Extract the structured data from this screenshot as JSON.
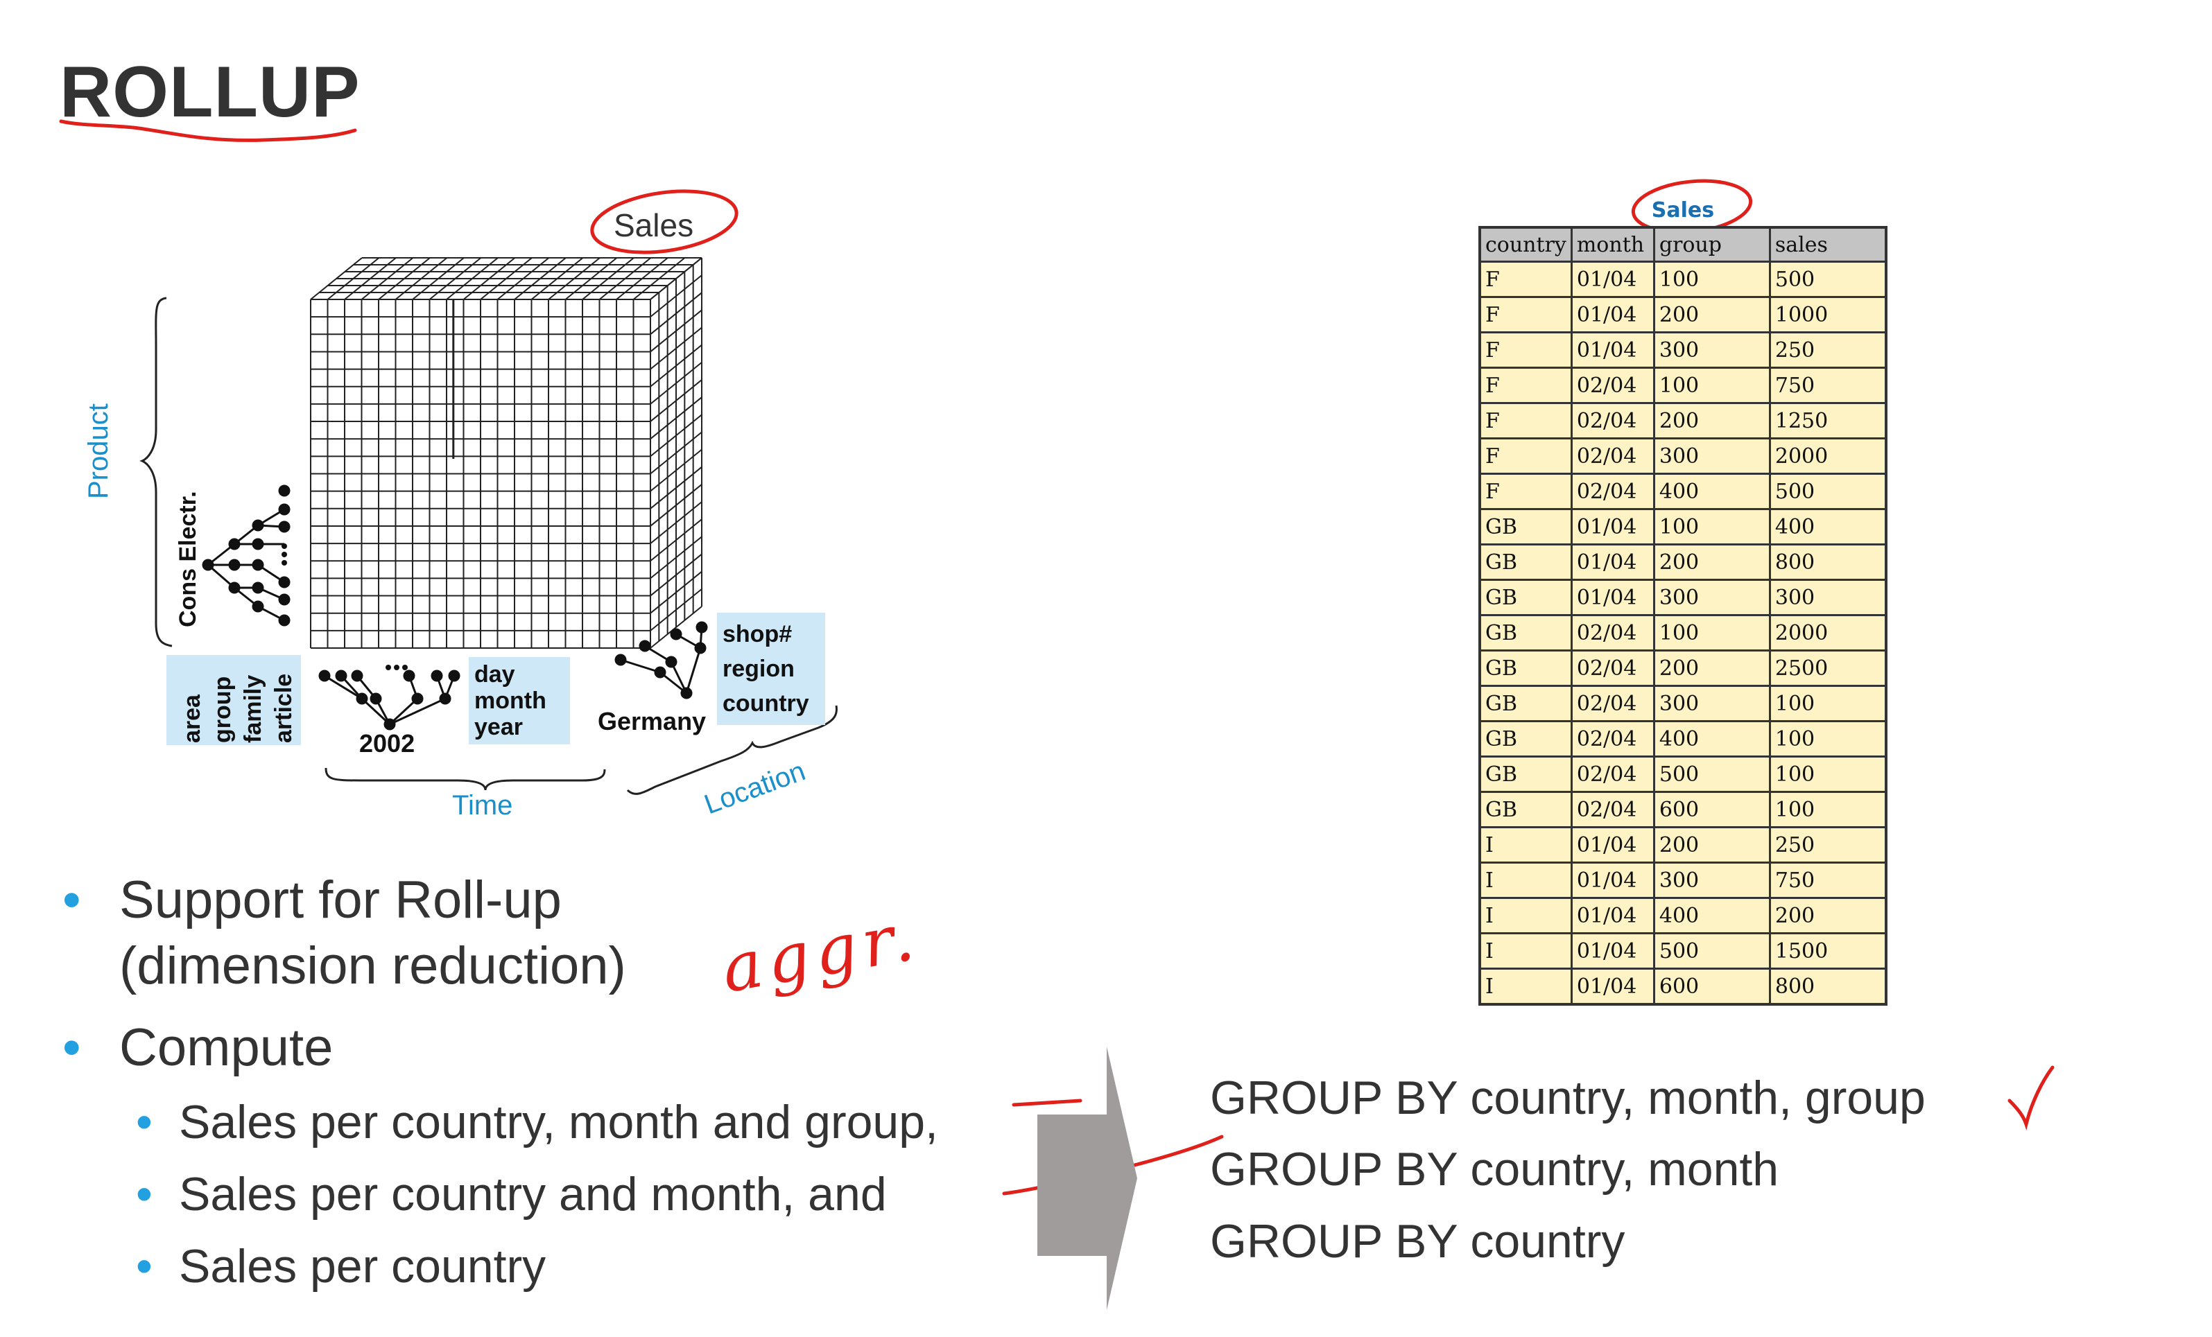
{
  "slide": {
    "title": "ROLLUP"
  },
  "cube": {
    "measure_label": "Sales",
    "axis_product": "Product",
    "axis_time": "Time",
    "axis_location": "Location",
    "product_example": "Cons Electr.",
    "product_levels": [
      "area",
      "group",
      "family",
      "article"
    ],
    "time_example": "2002",
    "time_levels": [
      "day",
      "month",
      "year"
    ],
    "location_example": "Germany",
    "location_levels": [
      "shop#",
      "region",
      "country"
    ]
  },
  "bullets": {
    "b1_line1": "Support for Roll-up",
    "b1_line2": "(dimension reduction)",
    "b2": "Compute",
    "sub1": "Sales per country, month and group,",
    "sub2": "Sales per country and month, and",
    "sub3": "Sales per country"
  },
  "sql": {
    "line1": "GROUP BY country, month, group",
    "line2": "GROUP BY country, month",
    "line3": "GROUP BY country"
  },
  "annotations": {
    "handwritten_aggr": "aggr."
  },
  "table": {
    "caption": "Sales",
    "headers": [
      "country",
      "month",
      "group",
      "sales"
    ],
    "rows": [
      [
        "F",
        "01/04",
        "100",
        "500"
      ],
      [
        "F",
        "01/04",
        "200",
        "1000"
      ],
      [
        "F",
        "01/04",
        "300",
        "250"
      ],
      [
        "F",
        "02/04",
        "100",
        "750"
      ],
      [
        "F",
        "02/04",
        "200",
        "1250"
      ],
      [
        "F",
        "02/04",
        "300",
        "2000"
      ],
      [
        "F",
        "02/04",
        "400",
        "500"
      ],
      [
        "GB",
        "01/04",
        "100",
        "400"
      ],
      [
        "GB",
        "01/04",
        "200",
        "800"
      ],
      [
        "GB",
        "01/04",
        "300",
        "300"
      ],
      [
        "GB",
        "02/04",
        "100",
        "2000"
      ],
      [
        "GB",
        "02/04",
        "200",
        "2500"
      ],
      [
        "GB",
        "02/04",
        "300",
        "100"
      ],
      [
        "GB",
        "02/04",
        "400",
        "100"
      ],
      [
        "GB",
        "02/04",
        "500",
        "100"
      ],
      [
        "GB",
        "02/04",
        "600",
        "100"
      ],
      [
        "I",
        "01/04",
        "200",
        "250"
      ],
      [
        "I",
        "01/04",
        "300",
        "750"
      ],
      [
        "I",
        "01/04",
        "400",
        "200"
      ],
      [
        "I",
        "01/04",
        "500",
        "1500"
      ],
      [
        "I",
        "01/04",
        "600",
        "800"
      ]
    ]
  },
  "colors": {
    "accent_blue": "#1a8fc9",
    "ink_red": "#e0201b",
    "label_bg": "#cfe8f7",
    "table_cell": "#fdf3c5",
    "table_header": "#c4c4c4",
    "arrow_gray": "#a09c9c"
  }
}
